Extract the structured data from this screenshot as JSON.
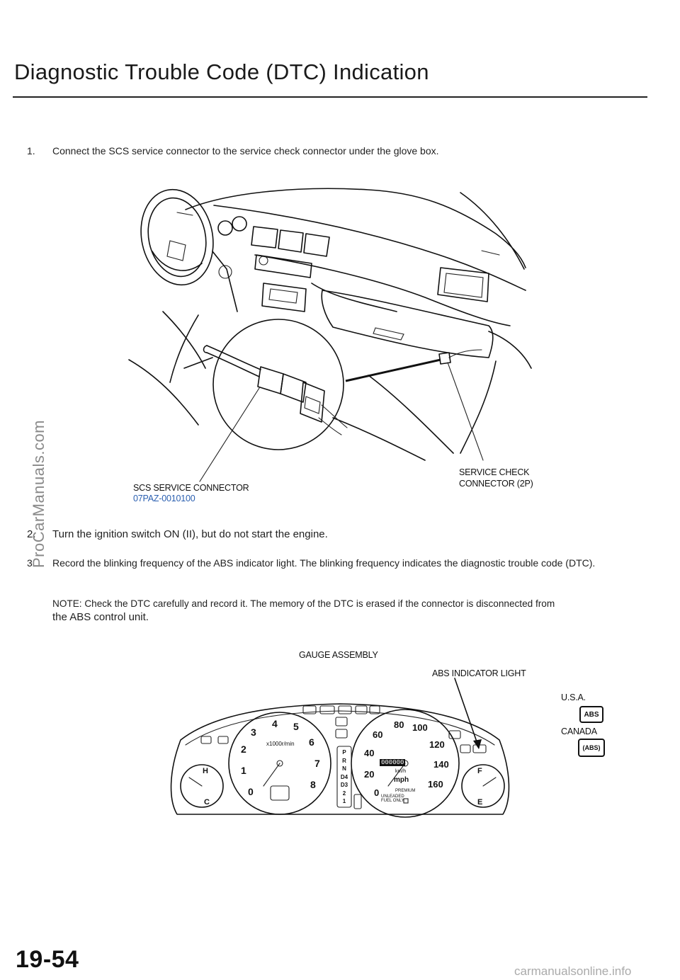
{
  "header": {
    "title": "Diagnostic Trouble Code (DTC) Indication"
  },
  "steps": [
    {
      "number": "1.",
      "text": "Connect the SCS service connector to the service check connector under the glove box."
    },
    {
      "number": "2.",
      "text": "Turn the ignition switch ON (II), but do not start the engine."
    },
    {
      "number": "3.",
      "text": "Record the blinking frequency of the ABS indicator light. The blinking frequency indicates the diagnostic trouble code (DTC)."
    }
  ],
  "note": {
    "text_line1": "NOTE:  Check the DTC carefully and record it. The memory of the DTC is erased if the connector is disconnected from",
    "text_line2": "the ABS control unit."
  },
  "figure1": {
    "scs_label": "SCS SERVICE CONNECTOR",
    "scs_part": "07PAZ-0010100",
    "service_check_line1": "SERVICE CHECK",
    "service_check_line2": "CONNECTOR (2P)"
  },
  "figure2": {
    "gauge_label": "GAUGE ASSEMBLY",
    "abs_light_label": "ABS INDICATOR LIGHT",
    "usa_label": "U.S.A.",
    "canada_label": "CANADA",
    "usa_icon_text": "ABS",
    "canada_icon_text": "(ABS)",
    "tach_numbers": [
      "0",
      "1",
      "2",
      "3",
      "4",
      "5",
      "6",
      "7",
      "8"
    ],
    "tach_unit": "x1000r/min",
    "speedo_numbers": [
      "0",
      "20",
      "40",
      "60",
      "80",
      "100",
      "120",
      "140",
      "160"
    ],
    "speedo_unit": "mph",
    "kmh_unit": "km/h",
    "odometer": "000000",
    "fuel_note_line1": "PREMIUM",
    "fuel_note_line2": "UNLEADED FUEL ONLY",
    "temp_h": "H",
    "temp_c": "C",
    "fuel_f": "F",
    "fuel_e": "E",
    "gear_letters": [
      "P",
      "R",
      "N",
      "D4",
      "D3",
      "2",
      "1"
    ]
  },
  "side_watermark": "ProCarManuals.com",
  "page_number": "19-54",
  "footer_site": "carmanualsonline.info"
}
